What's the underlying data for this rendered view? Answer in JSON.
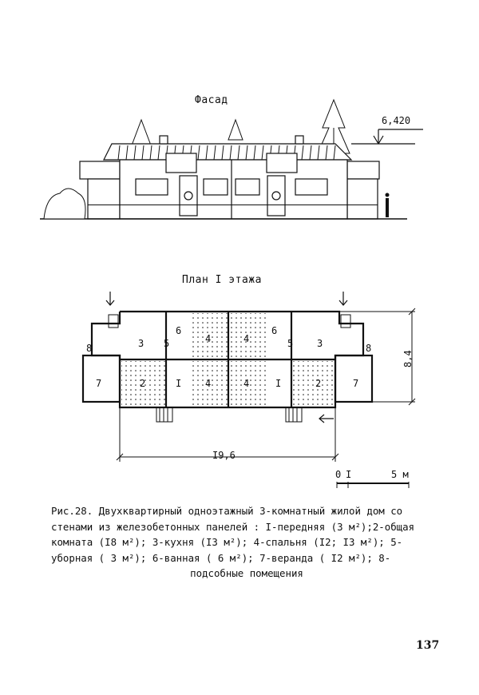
{
  "facade": {
    "title": "Фасад",
    "height_mark": "6,420"
  },
  "plan": {
    "title": "План I этажа",
    "width_dim": "I9,6",
    "depth_dim": "8,4",
    "scale": {
      "zero": "0",
      "one": "I",
      "five": "5 м"
    },
    "rooms": {
      "r1": "I",
      "r2": "2",
      "r3": "3",
      "r4": "4",
      "r5": "5",
      "r6": "6",
      "r7": "7",
      "r8": "8"
    }
  },
  "caption": {
    "line1": "Рис.28. Двухквартирный одноэтажный 3-комнатный жилой дом со",
    "line2": "стенами из железобетонных панелей : I-передняя (3 м²);2-общая",
    "line3": "комната (I8 м²); 3-кухня (I3 м²); 4-спальня (I2; I3 м²); 5-",
    "line4": "уборная ( 3 м²); 6-ванная ( 6 м²); 7-веранда ( I2 м²); 8-",
    "line5": "подсобные помещения"
  },
  "page_number": "137"
}
